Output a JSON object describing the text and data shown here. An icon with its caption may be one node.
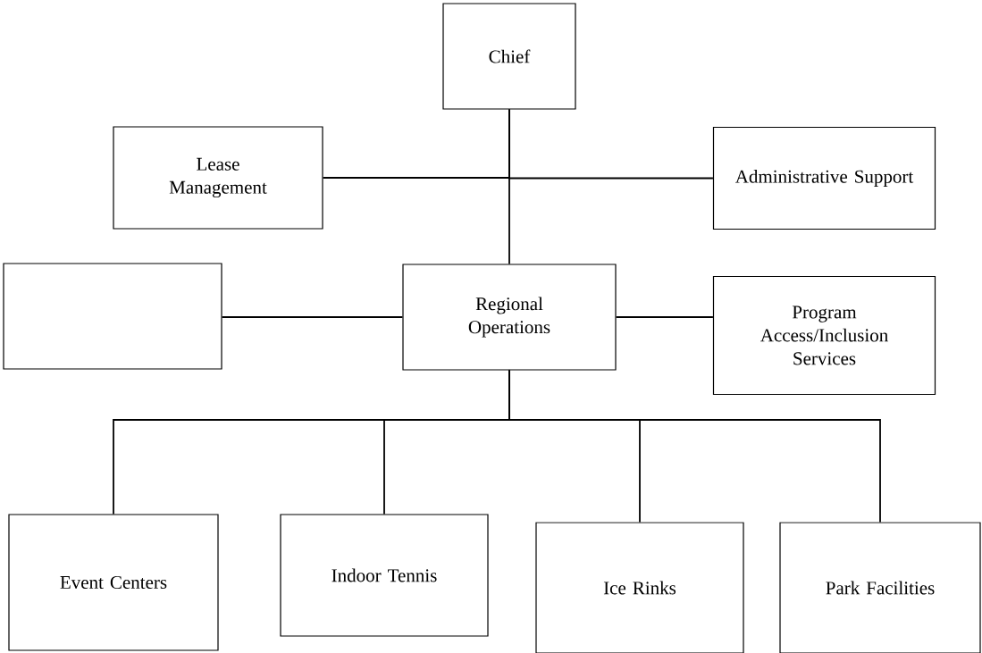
{
  "diagram": {
    "nodes": [
      {
        "text": [
          "Chief"
        ]
      },
      {
        "text": [
          "Lease Management"
        ]
      },
      {
        "text": [
          "Administrative Support"
        ]
      },
      {
        "text": [],
        "shape": "box"
      },
      {
        "text": [
          "Regional Operations"
        ]
      },
      {
        "text": [
          "Program Access/Inclusion Services"
        ]
      },
      {
        "text": [
          "Event Centers"
        ]
      },
      {
        "text": [
          "Indoor Tennis"
        ]
      },
      {
        "text": [
          "Ice Rinks"
        ]
      },
      {
        "text": [
          "Park Facilities"
        ]
      }
    ],
    "edges": [
      {
        "from": 0,
        "to": 4,
        "arrow": "none"
      },
      {
        "from": 0,
        "to": 1,
        "arrow": "none"
      },
      {
        "from": 0,
        "to": 2,
        "arrow": "none"
      },
      {
        "from": 4,
        "to": 3,
        "arrow": "none"
      },
      {
        "from": 4,
        "to": 5,
        "arrow": "none"
      },
      {
        "from": 4,
        "to": 6,
        "arrow": "none"
      },
      {
        "from": 4,
        "to": 7,
        "arrow": "none"
      },
      {
        "from": 4,
        "to": 8,
        "arrow": "none"
      },
      {
        "from": 4,
        "to": 9,
        "arrow": "none"
      }
    ]
  }
}
